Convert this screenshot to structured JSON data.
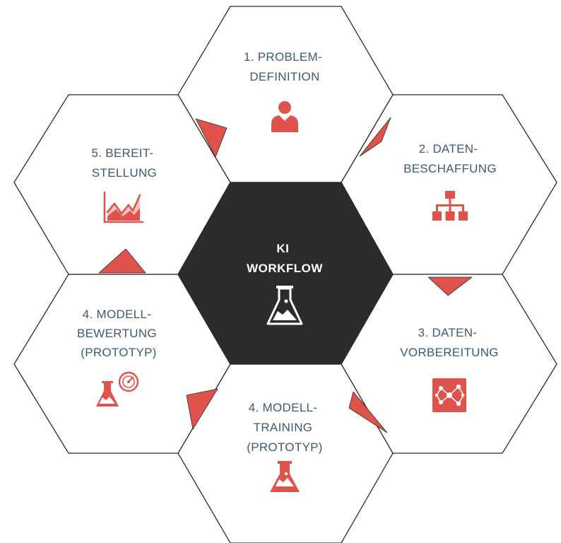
{
  "center": {
    "line1": "KI",
    "line2": "WORKFLOW",
    "icon": "flask-icon"
  },
  "steps": [
    {
      "id": "problem-definition",
      "lines": [
        "1. PROBLEM-",
        "DEFINITION"
      ],
      "icon": "person-icon"
    },
    {
      "id": "datenbeschaffung",
      "lines": [
        "2. DATEN-",
        "BESCHAFFUNG"
      ],
      "icon": "hierarchy-icon"
    },
    {
      "id": "datenvorbereitung",
      "lines": [
        "3. DATEN-",
        "VORBEREITUNG"
      ],
      "icon": "network-icon"
    },
    {
      "id": "modelltraining",
      "lines": [
        "4. MODELL-",
        "TRAINING",
        "(PROTOTYP)"
      ],
      "icon": "flask-icon"
    },
    {
      "id": "modellbewertung",
      "lines": [
        "4. MODELL-",
        "BEWERTUNG",
        "(PROTOTYP)"
      ],
      "icon": "flask-gauge-icon"
    },
    {
      "id": "bereitstellung",
      "lines": [
        "5. BEREIT-",
        "STELLUNG"
      ],
      "icon": "area-chart-icon"
    }
  ],
  "colors": {
    "accent": "#e0524c",
    "text": "#3d5a73",
    "center_fill": "#2b2b2b",
    "outline": "#2b2b2b"
  }
}
